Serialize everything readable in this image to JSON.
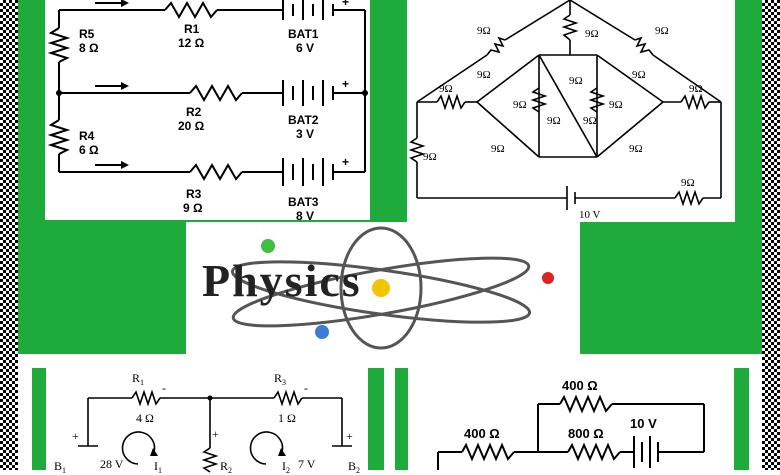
{
  "panel_a": {
    "r5": "R5",
    "r5_val": "8 Ω",
    "r4": "R4",
    "r4_val": "6 Ω",
    "r1": "R1",
    "r1_val": "12 Ω",
    "r2": "R2",
    "r2_val": "20 Ω",
    "r3": "R3",
    "r3_val": "9 Ω",
    "bat1": "BAT1",
    "bat1_val": "6 V",
    "bat2": "BAT2",
    "bat2_val": "3 V",
    "bat3": "BAT3",
    "bat3_val": "8 V",
    "plus": "+"
  },
  "panel_b": {
    "ohm": "9Ω",
    "source": "10 V"
  },
  "logo": {
    "word": "Physics"
  },
  "panel_c": {
    "r1": "R",
    "r1_sub": "1",
    "r1_val": "4 Ω",
    "r3": "R",
    "r3_sub": "3",
    "r3_val": "1 Ω",
    "e1": "28 V",
    "e2": "7 V",
    "b1": "B",
    "b1_sub": "1",
    "b2": "B",
    "b2_sub": "2",
    "i1": "I",
    "i1_sub": "1",
    "i2": "I",
    "i2_sub": "2",
    "r2": "R",
    "r2_sub": "2",
    "plus": "+",
    "minus": "-"
  },
  "panel_d": {
    "r_top": "400 Ω",
    "r_left": "400 Ω",
    "r_mid": "800 Ω",
    "source": "10 V"
  },
  "colors": {
    "green": "#1faa3c",
    "logo_red": "#d22",
    "logo_yellow": "#f2c500",
    "logo_blue": "#3a7bd5",
    "logo_green": "#3fbf3f"
  }
}
